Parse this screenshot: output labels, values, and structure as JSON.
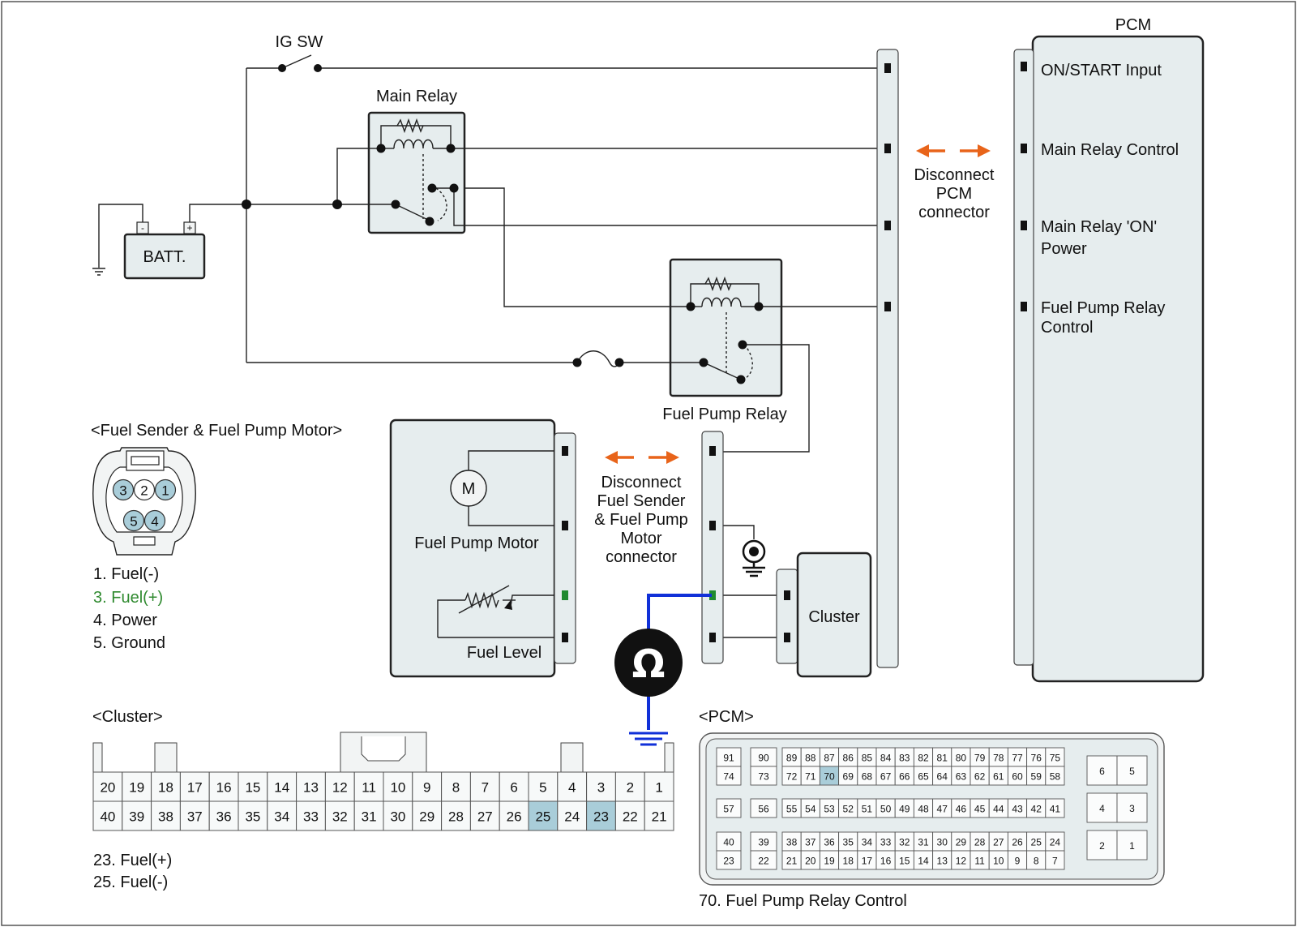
{
  "switch": {
    "label": "IG SW"
  },
  "pcm": {
    "title": "PCM",
    "terminals": [
      {
        "line1": "ON/START Input",
        "line2": ""
      },
      {
        "line1": "Main Relay Control",
        "line2": ""
      },
      {
        "line1": "Main Relay 'ON'",
        "line2": "Power"
      },
      {
        "line1": "Fuel Pump Relay",
        "line2": "Control"
      }
    ]
  },
  "main_relay": {
    "label": "Main Relay"
  },
  "fuel_pump_relay": {
    "label": "Fuel Pump Relay"
  },
  "battery": {
    "label": "BATT.",
    "neg": "-",
    "pos": "+"
  },
  "disconnect_pcm": {
    "lines": [
      "Disconnect",
      "PCM",
      "connector"
    ]
  },
  "disconnect_sender": {
    "lines": [
      "Disconnect",
      "Fuel Sender",
      "& Fuel Pump",
      "Motor",
      "connector"
    ]
  },
  "fuel_sender": {
    "title": "<Fuel Sender & Fuel Pump Motor>",
    "motor_symbol": "M",
    "motor_label": "Fuel Pump Motor",
    "level_label": "Fuel Level",
    "connector_pins": [
      "3",
      "2",
      "1",
      "5",
      "4"
    ],
    "highlighted_pins": [
      "3",
      "1",
      "5",
      "4"
    ],
    "pin_list": [
      {
        "text": "1. Fuel(-)",
        "highlight": false
      },
      {
        "text": "3. Fuel(+)",
        "highlight": true
      },
      {
        "text": "4. Power",
        "highlight": false
      },
      {
        "text": "5. Ground",
        "highlight": false
      }
    ]
  },
  "cluster": {
    "label": "Cluster",
    "title": "<Cluster>",
    "row1": [
      "20",
      "19",
      "18",
      "17",
      "16",
      "15",
      "14",
      "13",
      "12",
      "11",
      "10",
      "9",
      "8",
      "7",
      "6",
      "5",
      "4",
      "3",
      "2",
      "1"
    ],
    "row2": [
      "40",
      "39",
      "38",
      "37",
      "36",
      "35",
      "34",
      "33",
      "32",
      "31",
      "30",
      "29",
      "28",
      "27",
      "26",
      "25",
      "24",
      "23",
      "22",
      "21"
    ],
    "highlighted": [
      "25",
      "23"
    ],
    "notes": [
      "23. Fuel(+)",
      "25. Fuel(-)"
    ]
  },
  "meter": {
    "symbol": "Ω"
  },
  "pcm_connector": {
    "title": "<PCM>",
    "rows": [
      [
        "91",
        "90",
        "89",
        "88",
        "87",
        "86",
        "85",
        "84",
        "83",
        "82",
        "81",
        "80",
        "79",
        "78",
        "77",
        "76",
        "75"
      ],
      [
        "74",
        "73",
        "72",
        "71",
        "70",
        "69",
        "68",
        "67",
        "66",
        "65",
        "64",
        "63",
        "62",
        "61",
        "60",
        "59",
        "58"
      ],
      [
        "57",
        "56",
        "55",
        "54",
        "53",
        "52",
        "51",
        "50",
        "49",
        "48",
        "47",
        "46",
        "45",
        "44",
        "43",
        "42",
        "41"
      ],
      [
        "40",
        "39",
        "38",
        "37",
        "36",
        "35",
        "34",
        "33",
        "32",
        "31",
        "30",
        "29",
        "28",
        "27",
        "26",
        "25",
        "24"
      ],
      [
        "23",
        "22",
        "21",
        "20",
        "19",
        "18",
        "17",
        "16",
        "15",
        "14",
        "13",
        "12",
        "11",
        "10",
        "9",
        "8",
        "7"
      ]
    ],
    "side_pins": [
      [
        "6",
        "5"
      ],
      [
        "4",
        "3"
      ],
      [
        "2",
        "1"
      ]
    ],
    "highlighted": [
      "70"
    ],
    "note": "70. Fuel Pump Relay Control"
  },
  "colors": {
    "box_fill": "#e6edee",
    "highlight_cell": "#a9cdd9",
    "arrow": "#e8641a",
    "meter_wire": "#1030d8",
    "green_pin": "#1f8a2f",
    "green_text": "#2f8a2f"
  }
}
